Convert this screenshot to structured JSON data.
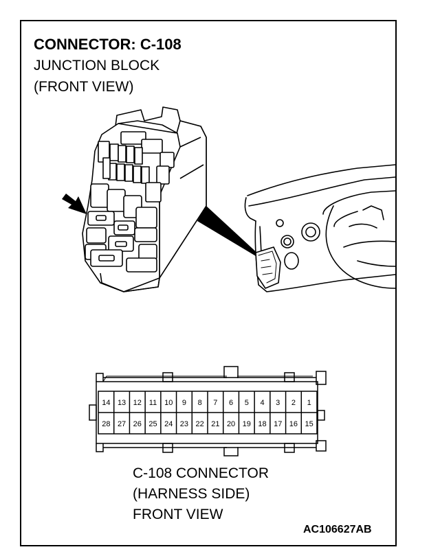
{
  "header": {
    "title": "CONNECTOR: C-108",
    "line1": "JUNCTION BLOCK",
    "line2": "(FRONT VIEW)"
  },
  "connector": {
    "caption1": "C-108 CONNECTOR",
    "caption2": "(HARNESS SIDE)",
    "caption3": "FRONT VIEW",
    "top_row": [
      "14",
      "13",
      "12",
      "11",
      "10",
      "9",
      "8",
      "7",
      "6",
      "5",
      "4",
      "3",
      "2",
      "1"
    ],
    "bottom_row": [
      "28",
      "27",
      "26",
      "25",
      "24",
      "23",
      "22",
      "21",
      "20",
      "19",
      "18",
      "17",
      "16",
      "15"
    ]
  },
  "footer": {
    "code": "AC106627AB"
  },
  "icons": [
    "arrow-icon",
    "junction-block-illustration",
    "dashboard-illustration"
  ]
}
